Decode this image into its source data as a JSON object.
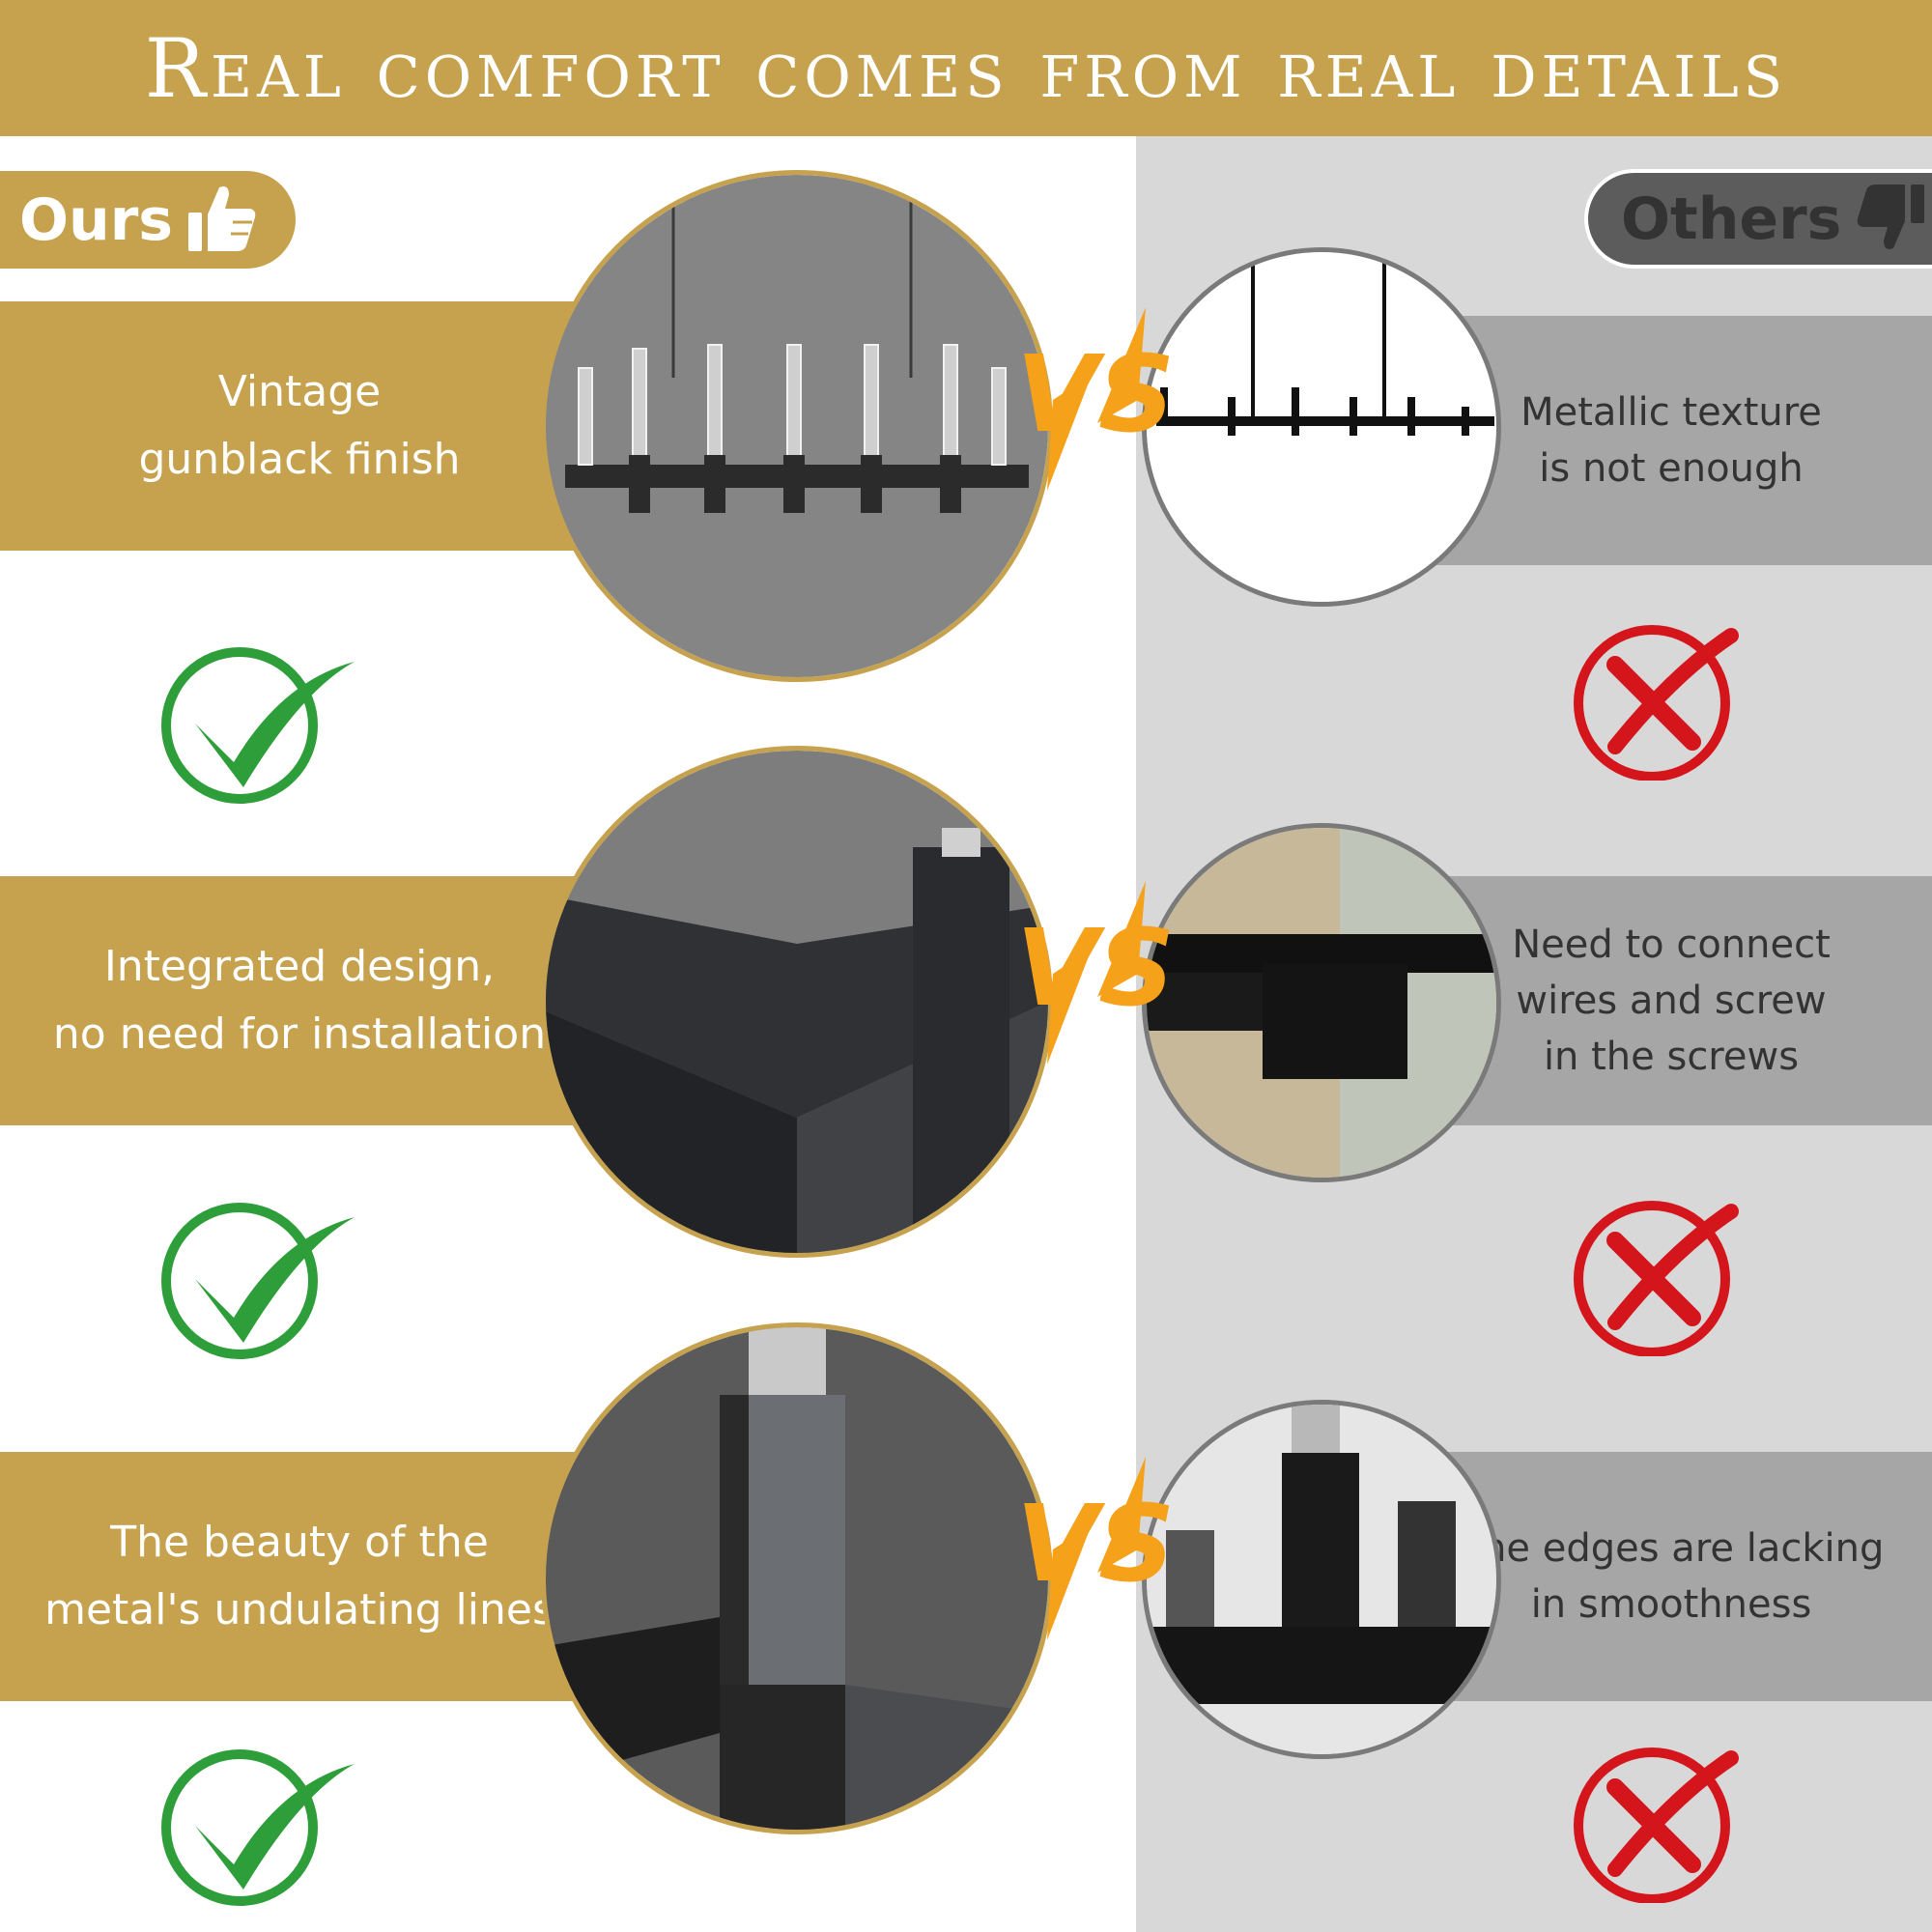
{
  "header": {
    "title": "Real comfort comes from real details"
  },
  "ours": {
    "label": "Ours",
    "icon": "thumbs-up-icon"
  },
  "others": {
    "label": "Others",
    "icon": "thumbs-down-icon"
  },
  "vs_label": "VS",
  "rows": [
    {
      "ours_text": "Vintage\ngunblack finish",
      "others_text": "Metallic texture\nis not enough"
    },
    {
      "ours_text": "Integrated design,\nno need for installation",
      "others_text": "Need to connect\nwires and screw\nin the screws"
    },
    {
      "ours_text": "The beauty of the\nmetal's undulating lines",
      "others_text": "The edges are lacking\nin smoothness"
    }
  ],
  "colors": {
    "gold": "#c6a24f",
    "grey_band": "#a6a6a6",
    "right_bg": "#d8d8d8",
    "check_green": "#2e9e3a",
    "cross_red": "#d4161c",
    "vs_orange": "#f5a11a"
  }
}
